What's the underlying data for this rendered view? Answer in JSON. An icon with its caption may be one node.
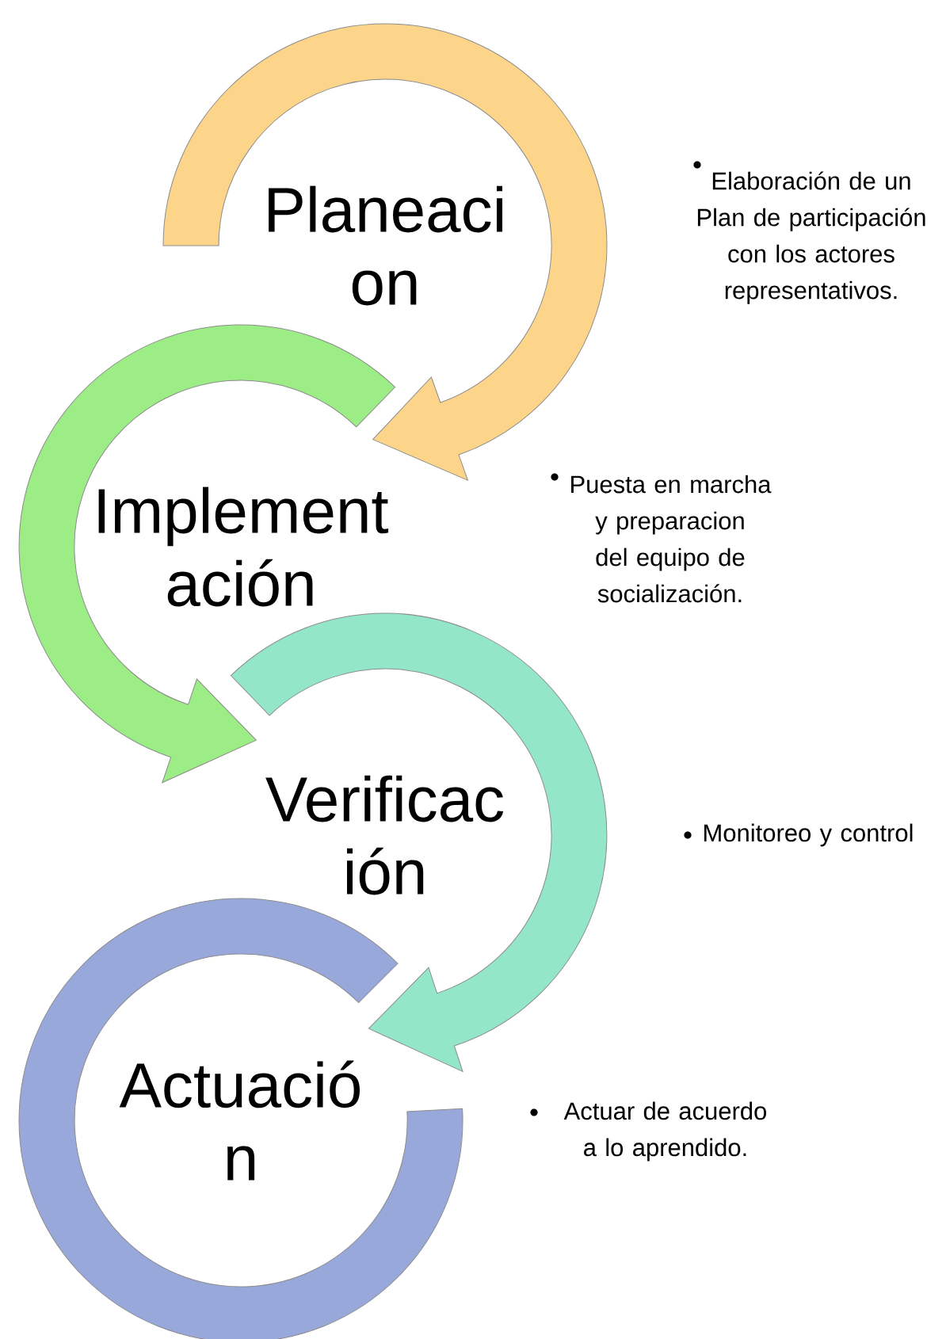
{
  "diagram": {
    "nodes": [
      {
        "text": [
          "Planeaci on"
        ]
      },
      {
        "text": [
          "Implement ación"
        ]
      },
      {
        "text": [
          "Verificac ión"
        ]
      },
      {
        "text": [
          "Actuació n"
        ]
      }
    ],
    "labels": [
      "Elaboración de un Plan de participación con los actores representativos.",
      "Puesta en marcha y preparacion del equipo de socialización.",
      "Monitoreo y control",
      "Actuar de acuerdo a lo aprendido."
    ],
    "edges": [
      {
        "from": 0,
        "to": 1,
        "arrow": "to",
        "color": "#fdd58a"
      },
      {
        "from": 1,
        "to": 2,
        "arrow": "to",
        "color": "#9ced86"
      },
      {
        "from": 2,
        "to": 3,
        "arrow": "to",
        "color": "#94e6c8"
      }
    ]
  }
}
